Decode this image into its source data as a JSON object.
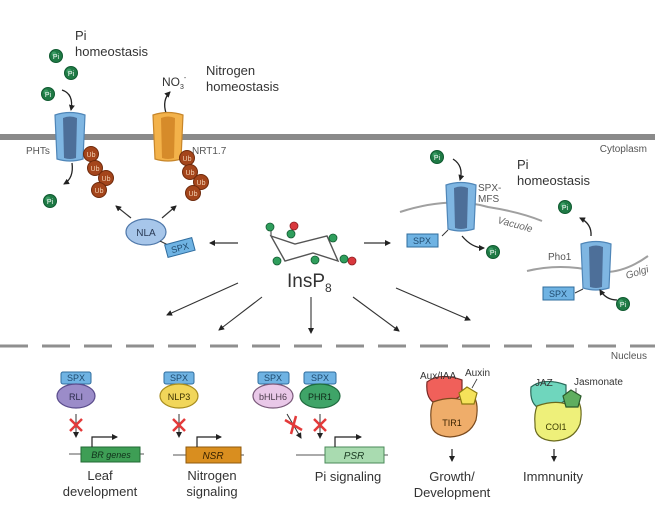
{
  "figure": {
    "compartments": {
      "cytoplasm": "Cytoplasm",
      "nucleus": "Nucleus",
      "vacuole": "Vacuole",
      "golgi": "Golgi"
    },
    "center": {
      "molecule_base": "InsP",
      "molecule_subscript": "8"
    },
    "top_left": {
      "pi_title_1": "Pi",
      "pi_title_2": "homeostasis",
      "nitrogen_title_1": "Nitrogen",
      "nitrogen_title_2": "homeostasis",
      "no3_base": "NO",
      "no3_sub": "3",
      "no3_sup": "-",
      "transporter_pi": "PHTs",
      "transporter_n": "NRT1.7",
      "ubiquitin": "Ub",
      "nla": "NLA",
      "spx": "SPX",
      "pi": "Pi"
    },
    "top_right": {
      "pi_title_1": "Pi",
      "pi_title_2": "homeostasis",
      "spx_mfs_1": "SPX-",
      "spx_mfs_2": "MFS",
      "pho1": "Pho1",
      "spx": "SPX",
      "pi": "Pi"
    },
    "nuclear": [
      {
        "protein": "RLI",
        "domain": "SPX",
        "gene": "BR genes",
        "outcome_1": "Leaf",
        "outcome_2": "development",
        "color": "#9b8cc9"
      },
      {
        "protein": "NLP3",
        "domain": "SPX",
        "gene": "NSR",
        "outcome_1": "Nitrogen",
        "outcome_2": "signaling",
        "color": "#f1d65a"
      },
      {
        "protein": "bHLH6",
        "domain": "SPX",
        "color": "#e9c8e8"
      },
      {
        "protein": "PHR1",
        "domain": "SPX",
        "gene": "PSR",
        "outcome_1": "Pi signaling",
        "color": "#3fa468"
      }
    ],
    "auxin_complex": {
      "repressor": "Aux/IAA",
      "hormone": "Auxin",
      "receptor": "TIR1",
      "outcome_1": "Growth/",
      "outcome_2": "Development"
    },
    "jasmonate_complex": {
      "repressor": "JAZ",
      "hormone": "Jasmonate",
      "receptor": "COI1",
      "outcome_1": "Immnunity"
    },
    "colors": {
      "membrane": "#8a8a8a",
      "transporter_blue": "#7fb6e2",
      "transporter_orange": "#f3b24a",
      "ubiquitin": "#a4451b",
      "pi_green": "#1f7a45",
      "spx_box": "#6fb3e3",
      "inhibition_red": "#e33a3a",
      "br_gene": "#3e9e55",
      "nsr_gene": "#d98e1f",
      "psr_gene": "#a9dbb0"
    }
  }
}
